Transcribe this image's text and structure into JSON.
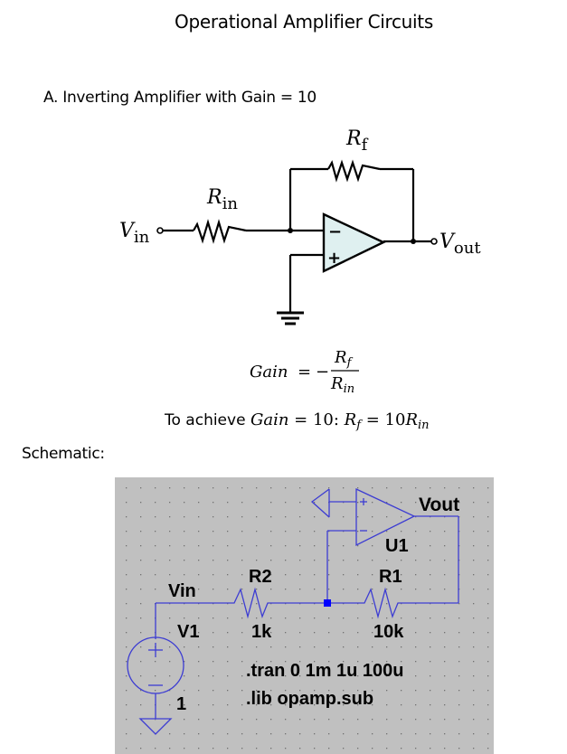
{
  "document": {
    "title": "Operational Amplifier Circuits",
    "section_heading": "A. Inverting Amplifier with Gain = 10",
    "schematic_label": "Schematic:"
  },
  "diagram": {
    "vin_label": "V",
    "vin_sub": "in",
    "vout_label": "V",
    "vout_sub": "out",
    "rin_label": "R",
    "rin_sub": "in",
    "rf_label": "R",
    "rf_sub": "f",
    "minus_sign": "−",
    "plus_sign": "+",
    "opamp_fill": "#dff0f0"
  },
  "formulas": {
    "gain_lhs": "Gain",
    "equals": "=",
    "minus": "−",
    "numerator_r": "R",
    "numerator_sub": "f",
    "denominator_r": "R",
    "denominator_sub": "in",
    "achieve_text": "To achieve ",
    "achieve_gain": "Gain",
    "achieve_eq1": " = 10: ",
    "achieve_rf": "R",
    "achieve_rf_sub": "f",
    "achieve_eq2": " = 10",
    "achieve_rin": "R",
    "achieve_rin_sub": "in"
  },
  "schematic": {
    "background": "#c0c0c0",
    "wire_color": "#3c3cd2",
    "junction_color": "#0000ff",
    "labels": {
      "vout": "Vout",
      "u1": "U1",
      "r1": "R1",
      "r2": "R2",
      "vin": "Vin",
      "v1": "V1",
      "r2_value": "1k",
      "r1_value": "10k",
      "v1_value": "1",
      "plus": "+",
      "minus": "−"
    },
    "directives": [
      ".tran 0 1m 1u 100u",
      ".lib opamp.sub"
    ]
  }
}
